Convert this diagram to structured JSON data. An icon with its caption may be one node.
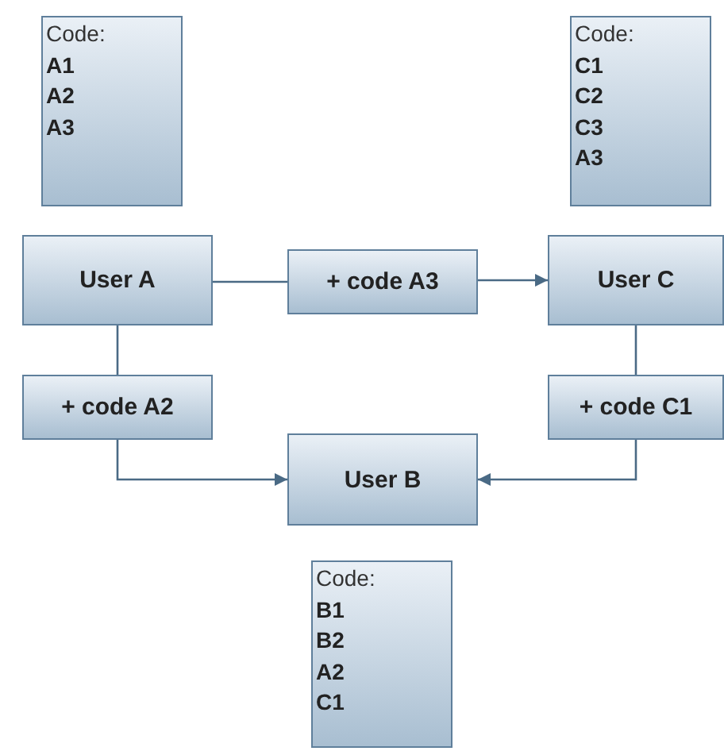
{
  "diagram": {
    "nodes": [
      {
        "text": [
          "Code:",
          "A1",
          "A2",
          "A3"
        ]
      },
      {
        "text": [
          "Code:",
          "C1",
          "C2",
          "C3",
          "A3"
        ]
      },
      {
        "text": [
          "User A"
        ]
      },
      {
        "text": [
          "+ code A3"
        ]
      },
      {
        "text": [
          "User C"
        ]
      },
      {
        "text": [
          "+ code A2"
        ]
      },
      {
        "text": [
          "+ code C1"
        ]
      },
      {
        "text": [
          "User B"
        ]
      },
      {
        "text": [
          "Code:",
          "B1",
          "B2",
          "A2",
          "C1"
        ]
      }
    ],
    "edges": [
      {
        "from": 2,
        "to": 3,
        "arrow": "none"
      },
      {
        "from": 3,
        "to": 4,
        "arrow": "to"
      },
      {
        "from": 2,
        "to": 5,
        "arrow": "none"
      },
      {
        "from": 5,
        "to": 7,
        "arrow": "to"
      },
      {
        "from": 4,
        "to": 6,
        "arrow": "none"
      },
      {
        "from": 6,
        "to": 7,
        "arrow": "to"
      }
    ]
  }
}
